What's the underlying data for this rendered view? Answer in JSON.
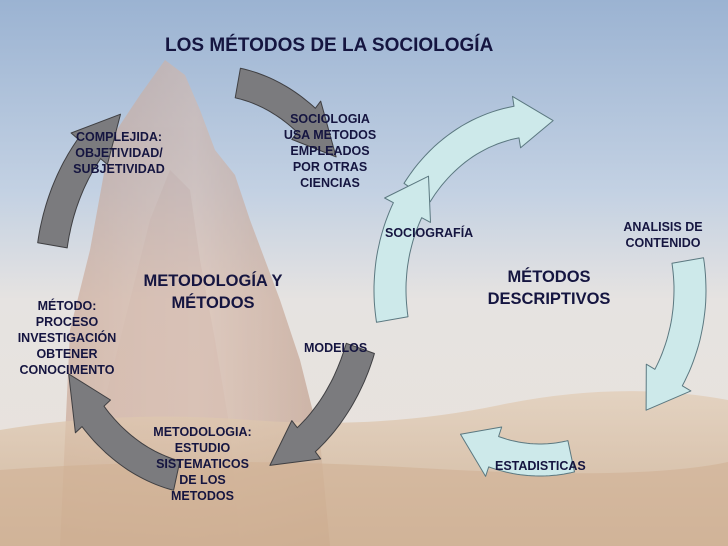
{
  "title": "LOS MÉTODOS DE LA SOCIOLOGÍA",
  "left_cycle": {
    "center_label": "METODOLOGÍA Y\nMÉTODOS",
    "items": [
      {
        "label": "SOCIOLOGIA\nUSA METODOS\nEMPLEADOS\n POR OTRAS\nCIENCIAS"
      },
      {
        "label": "METODOLOGIA:\nESTUDIO\nSISTEMATICOS\nDE LOS\nMETODOS"
      },
      {
        "label": "MÉTODO:\nPROCESO\nINVESTIGACIÓN\nOBTENER\nCONOCIMENTO"
      },
      {
        "label": "COMPLEJIDA:\nOBJETIVIDAD/\nSUBJETIVIDAD"
      }
    ]
  },
  "right_cycle": {
    "center_label": "MÉTODOS\nDESCRIPTIVOS",
    "items": [
      {
        "label": "SOCIOGRAFÍA"
      },
      {
        "label": "ANALISIS DE\nCONTENIDO"
      },
      {
        "label": "ESTADISTICAS"
      },
      {
        "label": "MODELOS"
      }
    ]
  },
  "colors": {
    "left_arrow_fill": "#7b7b7e",
    "right_arrow_fill": "#cde9ea",
    "label_text": "#151540",
    "sky_top": "#93aed0",
    "sand": "#d8bea2"
  },
  "background_description_icon": "desert-rock-photo"
}
